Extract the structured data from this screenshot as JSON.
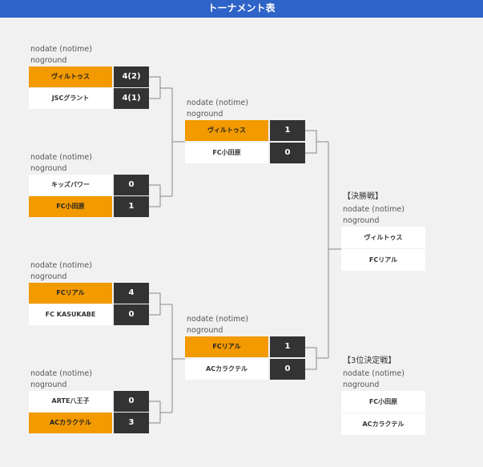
{
  "header": {
    "title": "トーナメント表"
  },
  "meta": {
    "date": "nodate (notime)",
    "ground": "noground"
  },
  "round1": [
    {
      "team1": "ヴィルトゥス",
      "score1": "4(2)",
      "team2": "JSCグラント",
      "score2": "4(1)"
    },
    {
      "team1": "キッズパワー",
      "score1": "0",
      "team2": "FC小田原",
      "score2": "1"
    },
    {
      "team1": "FCリアル",
      "score1": "4",
      "team2": "FC KASUKABE",
      "score2": "0"
    },
    {
      "team1": "ARTE八王子",
      "score1": "0",
      "team2": "ACカラクテル",
      "score2": "3"
    }
  ],
  "semis": [
    {
      "team1": "ヴィルトゥス",
      "score1": "1",
      "team2": "FC小田原",
      "score2": "0"
    },
    {
      "team1": "FCリアル",
      "score1": "1",
      "team2": "ACカラクテル",
      "score2": "0"
    }
  ],
  "final": {
    "title": "【決勝戦】",
    "team1": "ヴィルトゥス",
    "team2": "FCリアル"
  },
  "third_place": {
    "title": "【3位決定戦】",
    "team1": "FC小田原",
    "team2": "ACカラクテル"
  },
  "colors": {
    "header": "#2e63c8",
    "winner": "#f29a00",
    "score_bg": "#333333",
    "background": "#f1f1f1"
  }
}
